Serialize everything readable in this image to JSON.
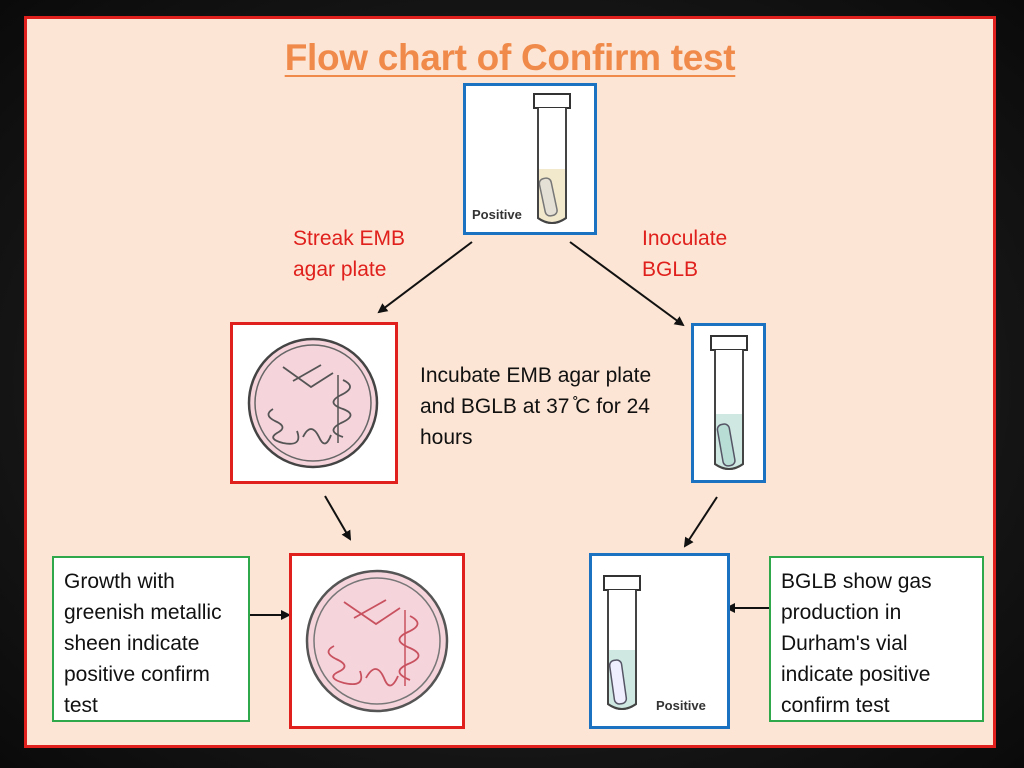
{
  "title": "Flow chart of Confirm  test",
  "steps": {
    "streak": "Streak EMB agar plate",
    "inoculate": "Inoculate BGLB",
    "incubate": "Incubate EMB agar plate and BGLB at 37 ̊C for 24 hours"
  },
  "results": {
    "emb": "Growth with greenish metallic sheen indicate positive confirm test",
    "bglb": "BGLB show gas production in Durham's vial indicate positive confirm test"
  },
  "tube_labels": {
    "top": "Positive",
    "bottom_right": "Positive"
  },
  "colors": {
    "title": "#f08a4b",
    "frame_red": "#e0201c",
    "frame_blue": "#1b72c0",
    "box_green": "#2ea84a",
    "tube_broth_top": "#f2e8cc",
    "tube_broth_green": "#cfe9e2",
    "plate_pink": "#f6d4dc",
    "streak": "#c8525f"
  }
}
